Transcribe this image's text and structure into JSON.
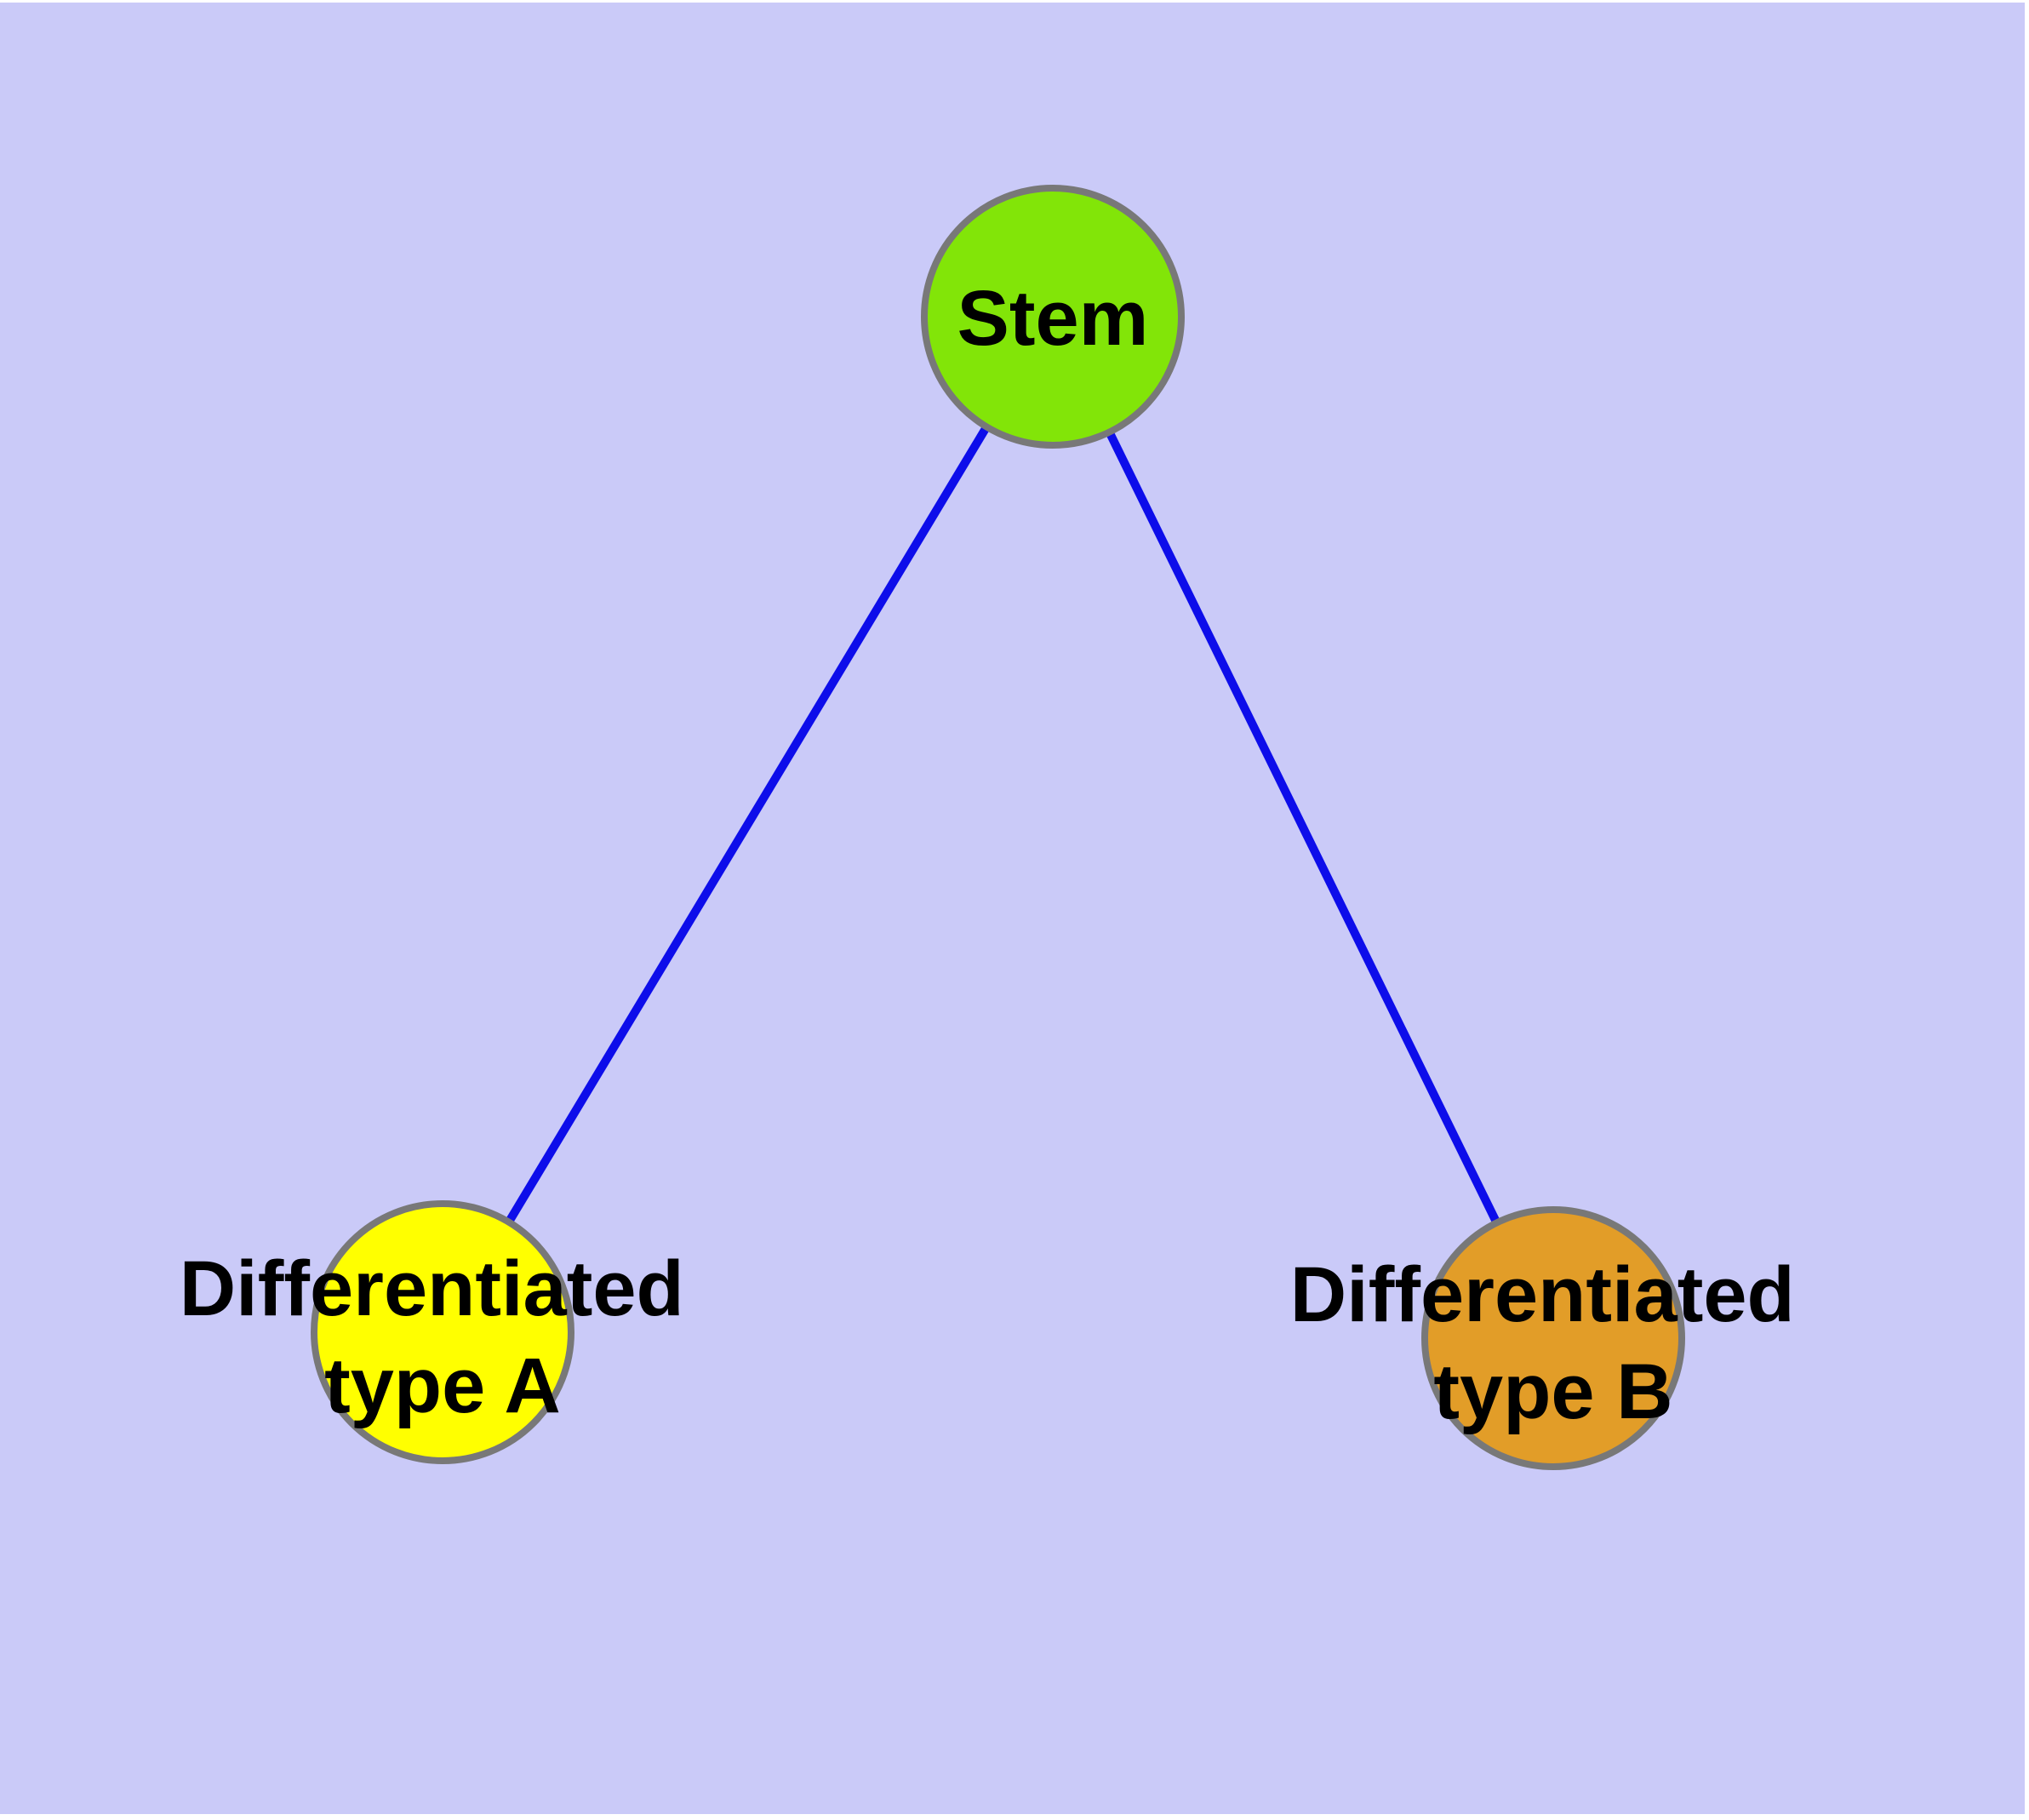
{
  "diagram": {
    "background_color": "#CACAF8",
    "label_color": "#000000",
    "node_border_color": "#787878",
    "edge_color": "#0D0DEA",
    "nodes": {
      "stem": {
        "label": "Stem",
        "fill": "#82E508",
        "border": "#787878"
      },
      "type_a": {
        "label_line1": "Differentiated",
        "label_line2": "type A",
        "fill": "#FFFF00",
        "border": "#787878"
      },
      "type_b": {
        "label_line1": "Differentiated",
        "label_line2": "type B",
        "fill": "#E29D28",
        "border": "#787878"
      }
    },
    "edges": [
      {
        "from": "Stem",
        "to": "Differentiated type A",
        "color": "#0D0DEA"
      },
      {
        "from": "Stem",
        "to": "Differentiated type B",
        "color": "#0D0DEA"
      }
    ]
  }
}
